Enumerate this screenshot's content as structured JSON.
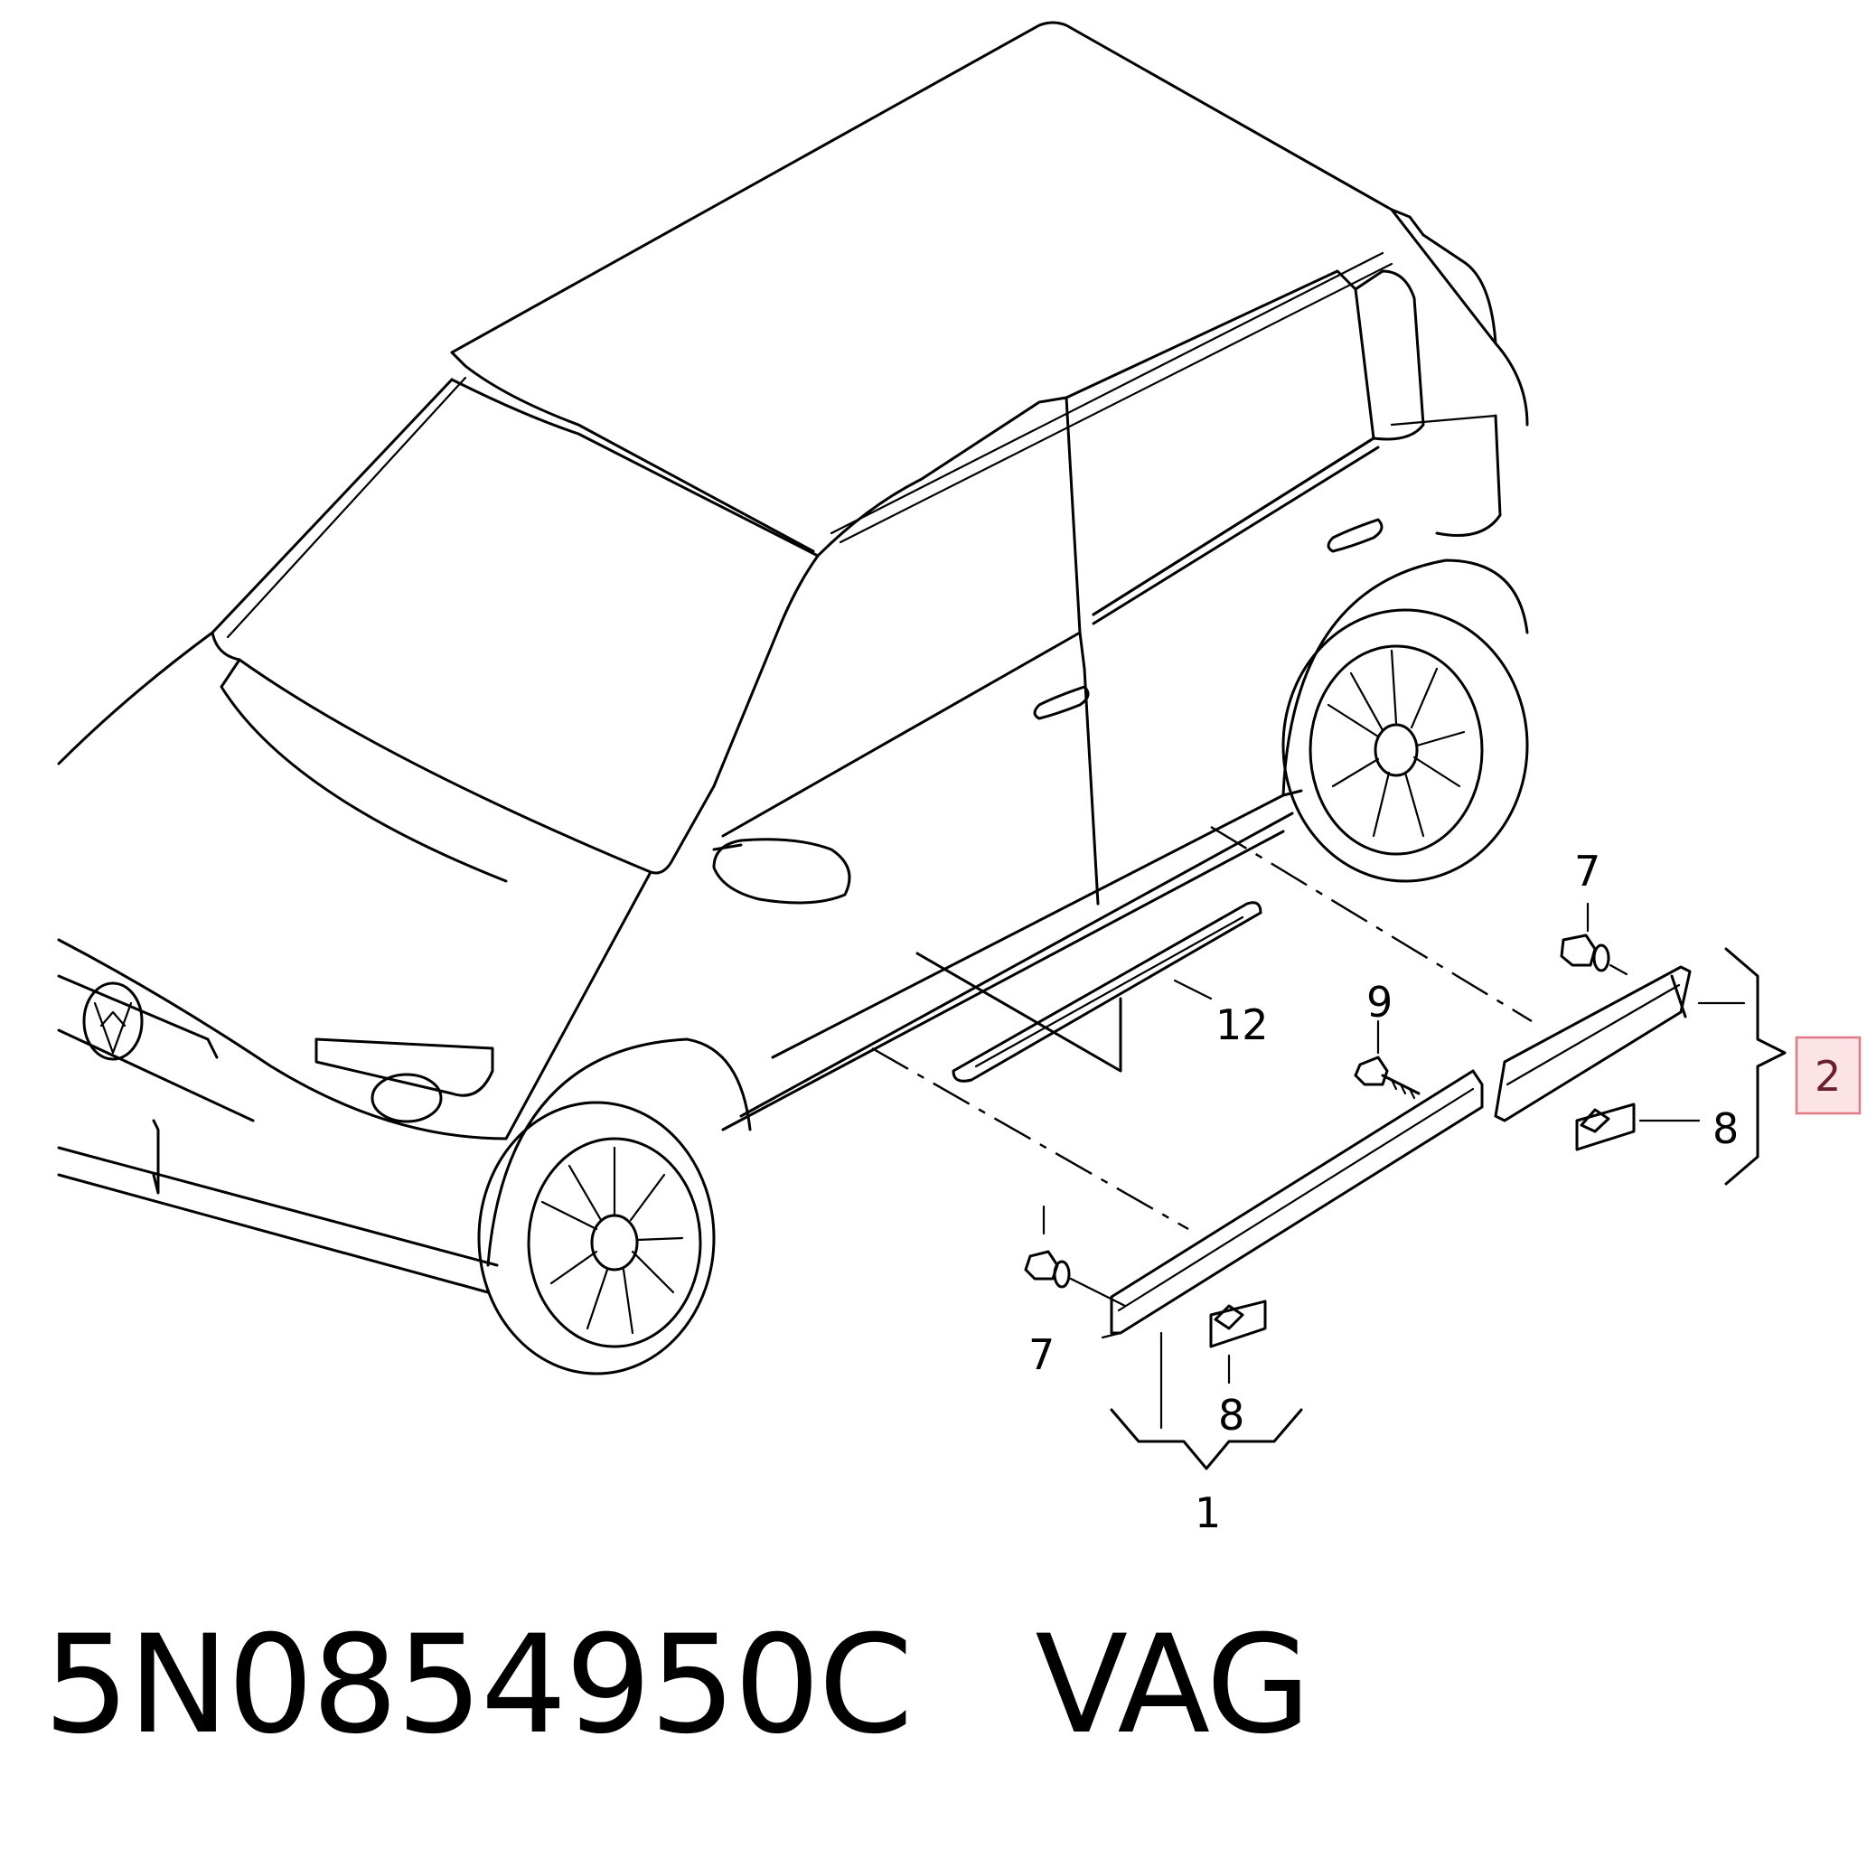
{
  "diagram": {
    "callouts": {
      "c1": "1",
      "c2": "2",
      "c7a": "7",
      "c7b": "7",
      "c8a": "8",
      "c8b": "8",
      "c9": "9",
      "c12": "12"
    },
    "highlighted_callout": "2",
    "highlight_color": "#e07a86"
  },
  "footer": {
    "part_number": "5N0854950C",
    "brand": "VAG"
  }
}
